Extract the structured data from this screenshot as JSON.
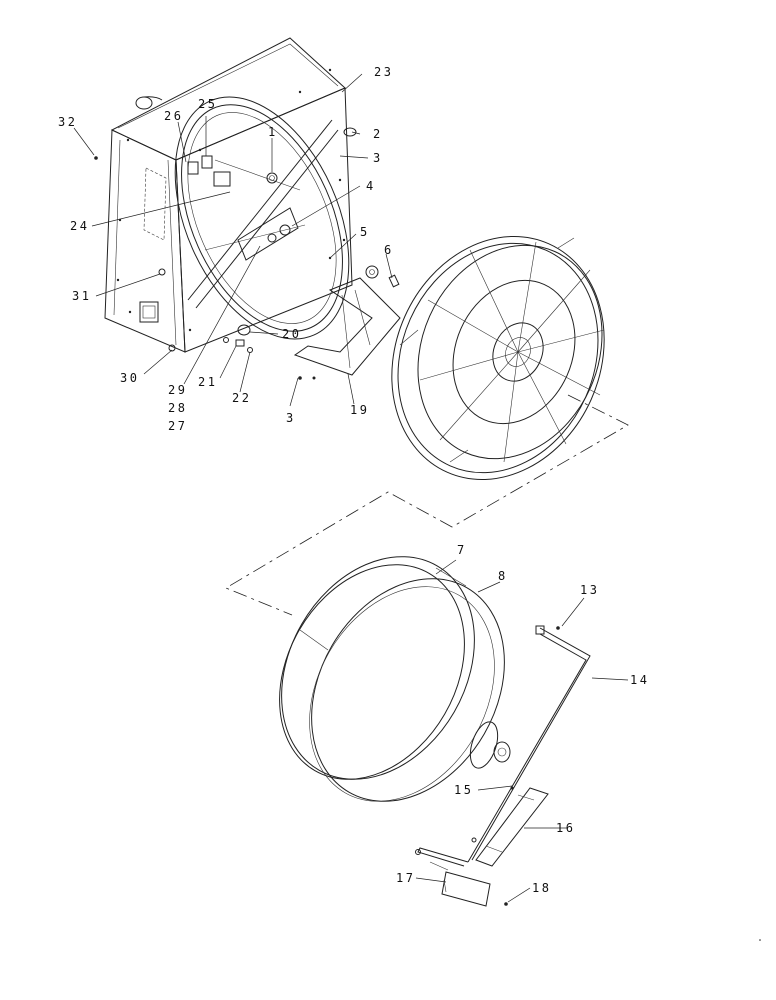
{
  "diagram": {
    "callouts": [
      {
        "id": "c32",
        "text": "32"
      },
      {
        "id": "c26",
        "text": "26"
      },
      {
        "id": "c25",
        "text": "25"
      },
      {
        "id": "c23",
        "text": "23"
      },
      {
        "id": "c1",
        "text": "1"
      },
      {
        "id": "c2",
        "text": "2"
      },
      {
        "id": "c3a",
        "text": "3"
      },
      {
        "id": "c4",
        "text": "4"
      },
      {
        "id": "c24",
        "text": "24"
      },
      {
        "id": "c5",
        "text": "5"
      },
      {
        "id": "c6",
        "text": "6"
      },
      {
        "id": "c31",
        "text": "31"
      },
      {
        "id": "c20",
        "text": "20"
      },
      {
        "id": "c30",
        "text": "30"
      },
      {
        "id": "c21",
        "text": "21"
      },
      {
        "id": "c22",
        "text": "22"
      },
      {
        "id": "c29",
        "text": "29"
      },
      {
        "id": "c28",
        "text": "28"
      },
      {
        "id": "c27",
        "text": "27"
      },
      {
        "id": "c3b",
        "text": "3"
      },
      {
        "id": "c19",
        "text": "19"
      },
      {
        "id": "c7",
        "text": "7"
      },
      {
        "id": "c8",
        "text": "8"
      },
      {
        "id": "c13",
        "text": "13"
      },
      {
        "id": "c14",
        "text": "14"
      },
      {
        "id": "c15",
        "text": "15"
      },
      {
        "id": "c16",
        "text": "16"
      },
      {
        "id": "c17",
        "text": "17"
      },
      {
        "id": "c18",
        "text": "18"
      }
    ]
  }
}
